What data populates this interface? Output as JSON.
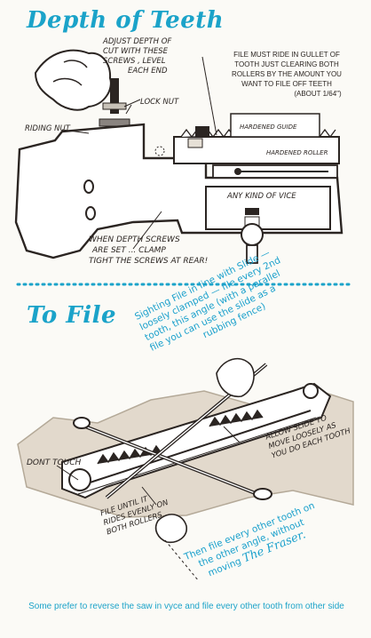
{
  "section1": {
    "title": "Depth of Teeth",
    "labels": {
      "adjust": "ADJUST DEPTH OF CUT WITH THESE SCREWS, LEVEL EACH END",
      "adjust_l1": "ADJUST DEPTH OF",
      "adjust_l2": "CUT WITH THESE",
      "adjust_l3": "SCREWS , LEVEL",
      "adjust_l4": "EACH END",
      "file_must": "FILE MUST RIDE IN GULLET OF",
      "file_must2": "TOOTH JUST CLEARING BOTH",
      "file_must3": "ROLLERS BY THE AMOUNT YOU",
      "file_must4": "WANT TO FILE OFF TEETH",
      "file_must5": "(ABOUT 1/64\")",
      "lock_nut": "LOCK NUT",
      "riding_nut": "RIDING NUT",
      "hardened_guide": "HARDENED GUIDE",
      "hardened_roller": "HARDENED ROLLER",
      "vice": "ANY KIND of VICE",
      "clamp_l1": "WHEN DEPTH SCREWS",
      "clamp_l2": "ARE SET ... CLAMP",
      "clamp_l3": "TIGHT the SCREWS AT REAR!"
    }
  },
  "section2": {
    "title": "To File",
    "sighting_l1": "Sighting File in line with Slide —",
    "sighting_l2": "loosely clamped — file every 2nd",
    "sighting_l3": "tooth, this angle (with a parallel",
    "sighting_l4": "file you can use the slide as a",
    "sighting_l5": "rubbing fence)",
    "dont_touch": "DONT TOUCH",
    "allow_l1": "ALLOW SLIDE TO",
    "allow_l2": "MOVE LOOSELY AS",
    "allow_l3": "YOU DO EACH TOOTH",
    "file_until_l1": "FILE UNTIL IT",
    "file_until_l2": "RIDES EVENLY ON",
    "file_until_l3": "BOTH ROLLERS",
    "then_l1": "Then file every other tooth on",
    "then_l2": "the other angle, without",
    "then_l3": "moving",
    "brand": "The Fraser."
  },
  "footer": "Some prefer to reverse the saw in vyce and file every other tooth from other side",
  "colors": {
    "accent": "#1ba3c9",
    "ink": "#2b2522",
    "paper": "#fbfaf6"
  }
}
